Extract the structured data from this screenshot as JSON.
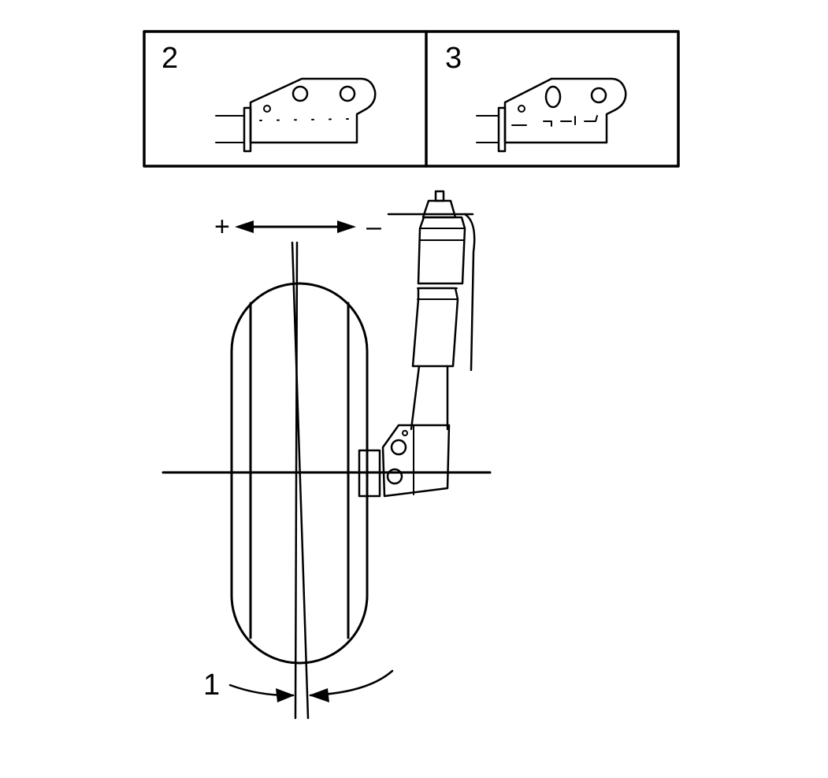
{
  "inset_panels": [
    {
      "label": "2"
    },
    {
      "label": "3"
    }
  ],
  "camber_arrow": {
    "plus": "+",
    "minus": "–"
  },
  "callouts": {
    "angle": "1"
  }
}
